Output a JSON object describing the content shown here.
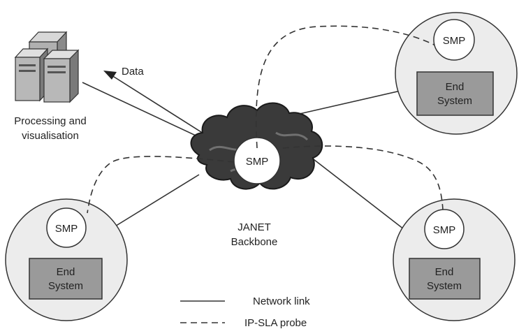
{
  "labels": {
    "data_arrow": "Data",
    "processing_line1": "Processing and",
    "processing_line2": "visualisation",
    "backbone_line1": "JANET",
    "backbone_line2": "Backbone",
    "backbone_smp": "SMP"
  },
  "sites": [
    {
      "smp": "SMP",
      "end_line1": "End",
      "end_line2": "System"
    },
    {
      "smp": "SMP",
      "end_line1": "End",
      "end_line2": "System"
    },
    {
      "smp": "SMP",
      "end_line1": "End",
      "end_line2": "System"
    }
  ],
  "legend": {
    "network_link": "Network link",
    "ip_sla_probe": "IP-SLA probe"
  },
  "colors": {
    "line": "#333333",
    "site_fill": "#ececec",
    "end_system_fill": "#9a9a9a",
    "cloud_fill": "#3a3a3a"
  }
}
